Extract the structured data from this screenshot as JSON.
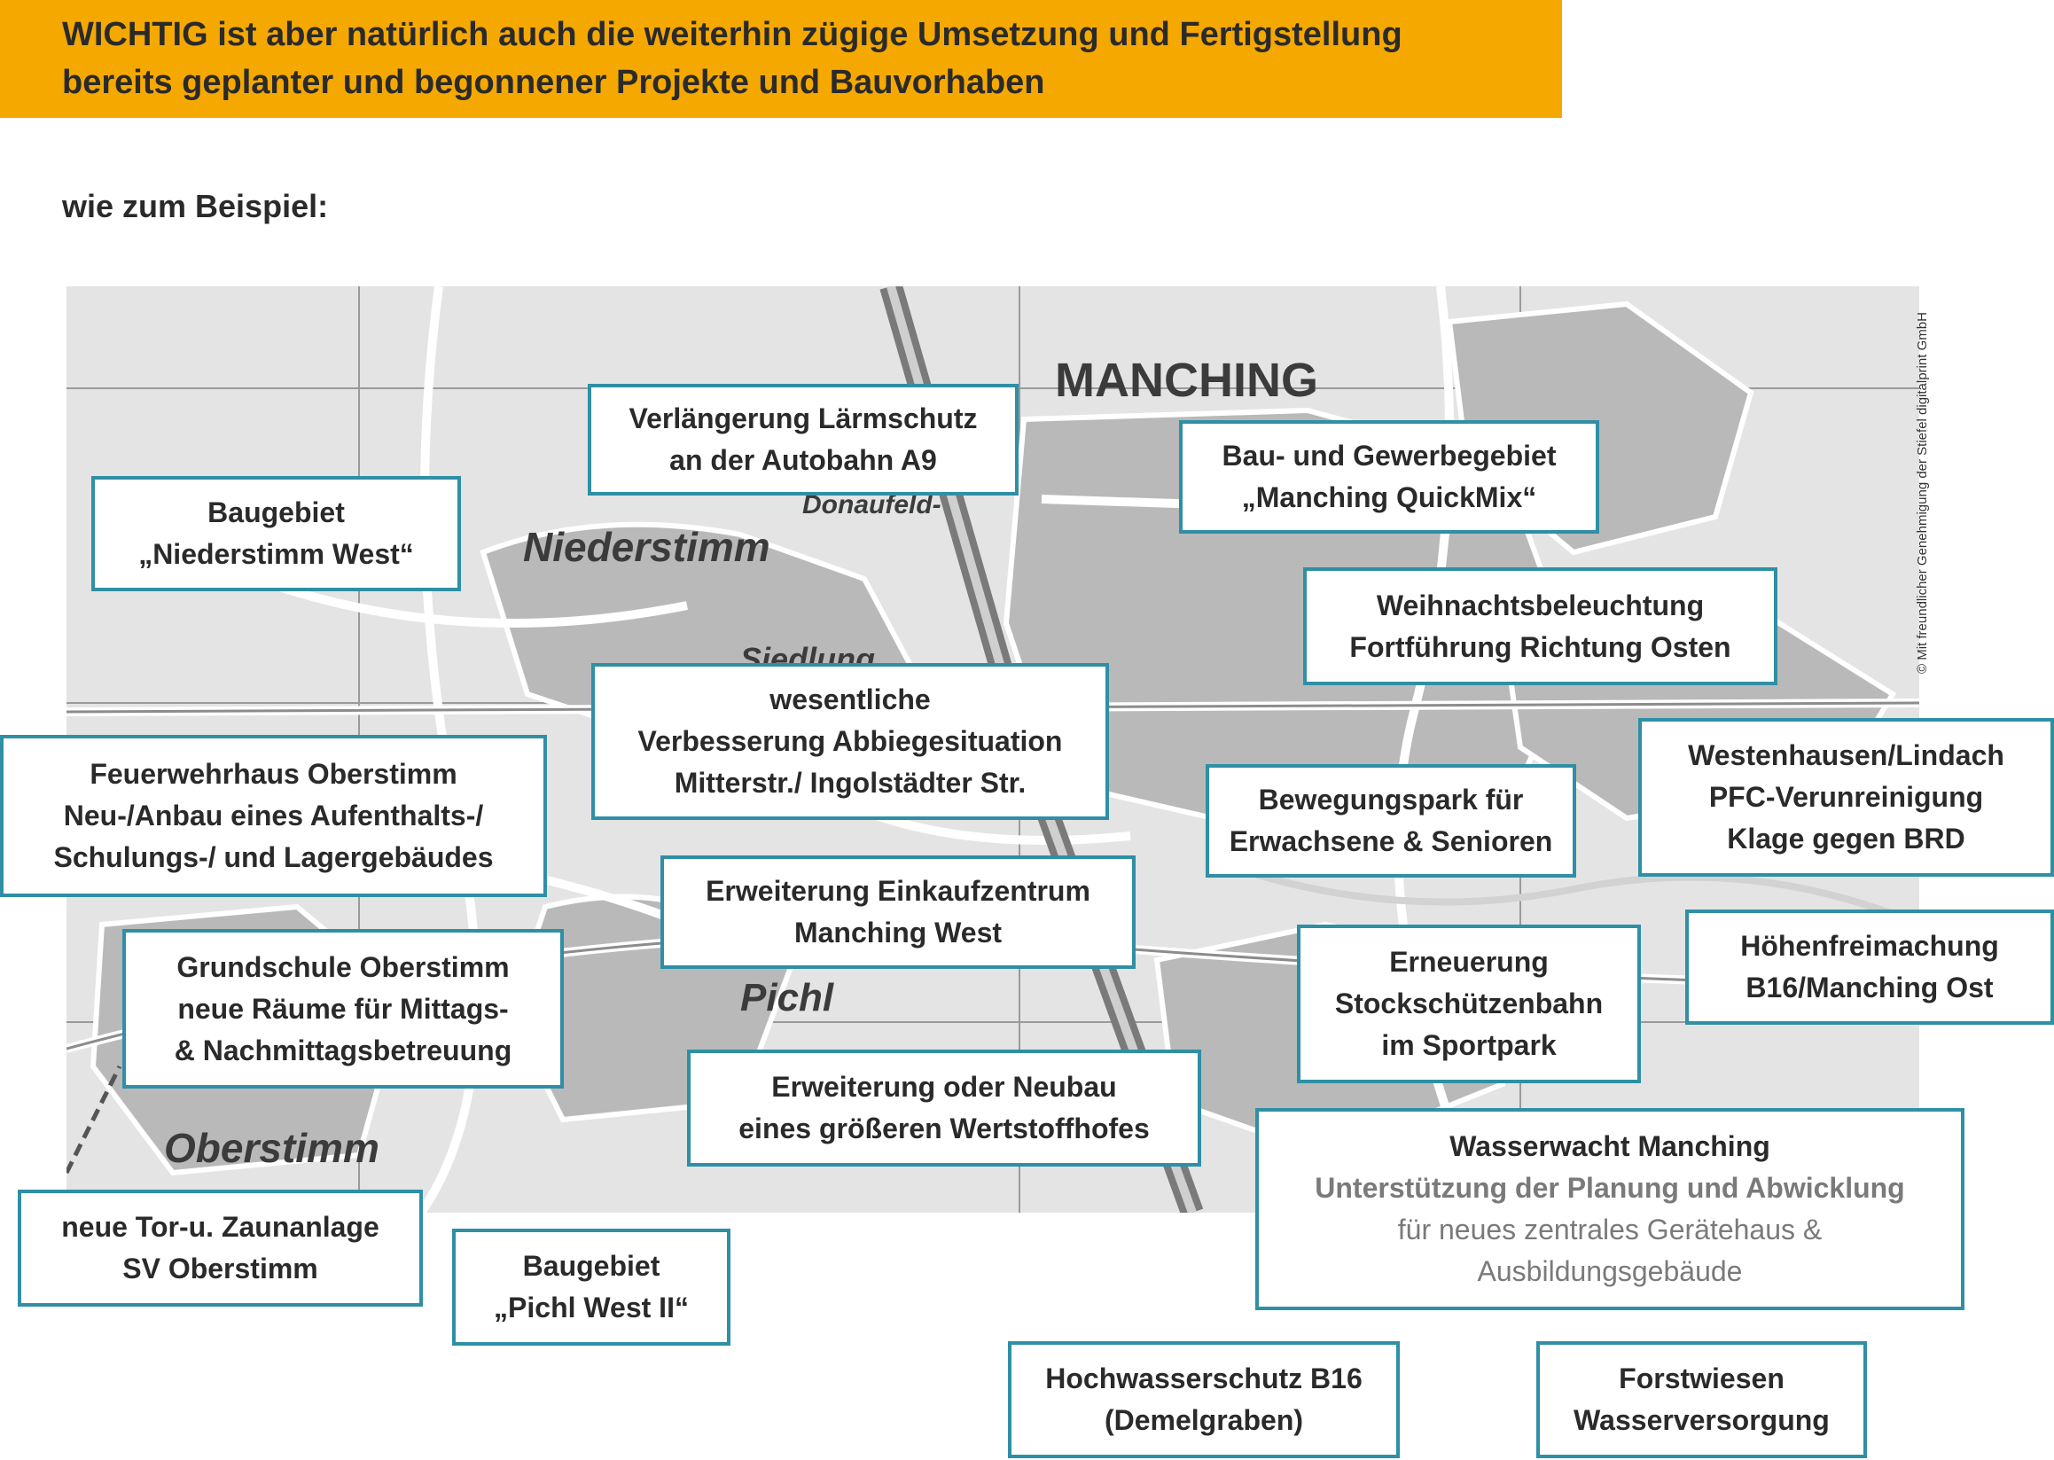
{
  "header": {
    "line1": "WICHTIG ist aber natürlich auch die  weiterhin zügige Umsetzung und Fertigstellung",
    "line2": "bereits geplanter und begonnener Projekte und Bauvorhaben"
  },
  "subtitle": "wie zum Beispiel:",
  "map": {
    "labels": {
      "manching": "MANCHING",
      "niederstimm": "Niederstimm",
      "pichl": "Pichl",
      "oberstimm": "Oberstimm",
      "siedlung": "Siedlung",
      "donaufeld": "Donaufeld-"
    },
    "copyright": "© Mit freundlicher Genehmigung der Stiefel digitalprint GmbH"
  },
  "boxes": [
    {
      "id": "laermschutz",
      "lines": [
        "Verlängerung Lärmschutz",
        "an der Autobahn A9"
      ]
    },
    {
      "id": "quickmix",
      "lines": [
        "Bau- und Gewerbegebiet",
        "„Manching QuickMix“"
      ]
    },
    {
      "id": "niederstimm-west",
      "lines": [
        "Baugebiet",
        "„Niederstimm West“"
      ]
    },
    {
      "id": "weihnachtsbeleuchtung",
      "lines": [
        "Weihnachtsbeleuchtung",
        "Fortführung Richtung Osten"
      ]
    },
    {
      "id": "abbiegesituation",
      "lines": [
        "wesentliche",
        "Verbesserung Abbiegesituation",
        "Mitterstr./ Ingolstädter Str."
      ]
    },
    {
      "id": "feuerwehrhaus",
      "lines": [
        "Feuerwehrhaus Oberstimm",
        "Neu-/Anbau eines Aufenthalts-/",
        "Schulungs-/ und Lagergebäudes"
      ]
    },
    {
      "id": "bewegungspark",
      "lines": [
        "Bewegungspark für",
        "Erwachsene & Senioren"
      ]
    },
    {
      "id": "westenhausen",
      "lines": [
        "Westenhausen/Lindach",
        "PFC-Verunreinigung",
        "Klage gegen BRD"
      ]
    },
    {
      "id": "einkaufszentrum",
      "lines": [
        "Erweiterung Einkaufzentrum",
        "Manching West"
      ]
    },
    {
      "id": "grundschule",
      "lines": [
        "Grundschule Oberstimm",
        "neue Räume für Mittags-",
        "& Nachmittagsbetreuung"
      ]
    },
    {
      "id": "stockschuetzen",
      "lines": [
        "Erneuerung",
        "Stockschützenbahn",
        "im Sportpark"
      ]
    },
    {
      "id": "hoehenfreimachung",
      "lines": [
        "Höhenfreimachung",
        "B16/Manching Ost"
      ]
    },
    {
      "id": "wertstoffhof",
      "lines": [
        "Erweiterung oder Neubau",
        "eines größeren Wertstoffhofes"
      ]
    },
    {
      "id": "wasserwacht",
      "lines": [
        "Wasserwacht Manching",
        "Unterstützung der Planung und Abwicklung",
        "für neues zentrales Gerätehaus  &",
        "Ausbildungsgebäude"
      ]
    },
    {
      "id": "zaunanlage",
      "lines": [
        "neue Tor-u. Zaunanlage",
        "SV Oberstimm"
      ]
    },
    {
      "id": "pichl-west",
      "lines": [
        "Baugebiet",
        "„Pichl West II“"
      ]
    },
    {
      "id": "hochwasserschutz",
      "lines": [
        "Hochwasserschutz B16",
        "(Demelgraben)"
      ]
    },
    {
      "id": "forstwiesen",
      "lines": [
        "Forstwiesen",
        "Wasserversorgung"
      ]
    }
  ]
}
